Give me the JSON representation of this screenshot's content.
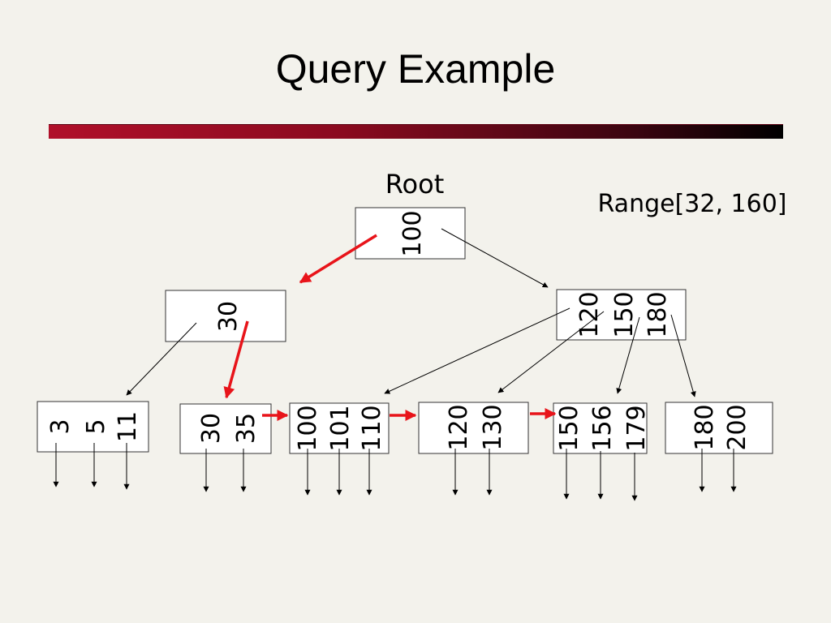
{
  "title": "Query Example",
  "root_label": "Root",
  "range_label": "Range[32, 160]",
  "tree": {
    "root": {
      "keys": [
        "100"
      ]
    },
    "internal": [
      {
        "keys": [
          "30"
        ]
      },
      {
        "keys": [
          "120",
          "150",
          "180"
        ]
      }
    ],
    "leaves": [
      {
        "keys": [
          "3",
          "5",
          "11"
        ]
      },
      {
        "keys": [
          "30",
          "35"
        ]
      },
      {
        "keys": [
          "100",
          "101",
          "110"
        ]
      },
      {
        "keys": [
          "120",
          "130"
        ]
      },
      {
        "keys": [
          "150",
          "156",
          "179"
        ]
      },
      {
        "keys": [
          "180",
          "200"
        ]
      }
    ]
  },
  "colors": {
    "query_path": "#e8141a",
    "pointer": "#000000"
  }
}
